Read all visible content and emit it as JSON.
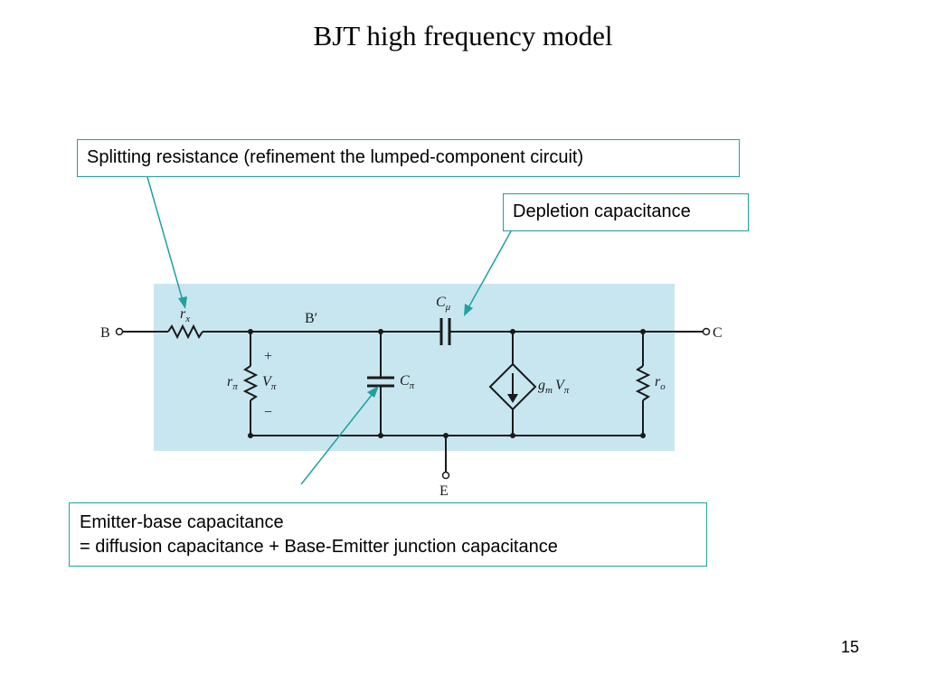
{
  "slide": {
    "title": "BJT high frequency model",
    "page_number": "15"
  },
  "callouts": {
    "splitting": "Splitting resistance (refinement the lumped-component circuit)",
    "depletion": "Depletion capacitance",
    "emitter_line1": "Emitter-base capacitance",
    "emitter_line2": "= diffusion capacitance + Base-Emitter junction capacitance"
  },
  "circuit": {
    "node_b": "B",
    "node_bprime": "B′",
    "node_c": "C",
    "node_e": "E",
    "rx": {
      "base": "r",
      "sub": "x"
    },
    "rpi": {
      "base": "r",
      "sub": "π"
    },
    "vpi": {
      "base": "V",
      "sub": "π"
    },
    "cmu": {
      "base": "C",
      "sub": "μ"
    },
    "cpi": {
      "base": "C",
      "sub": "π"
    },
    "gm": {
      "base": "g",
      "sub": "m"
    },
    "gm_v": {
      "base": "V",
      "sub": "π"
    },
    "ro": {
      "base": "r",
      "sub": "o"
    },
    "plus": "+",
    "minus": "−"
  },
  "colors": {
    "circuit_background": "#c8e6f0",
    "callout_border": "#21a0a0",
    "arrow": "#21a0a0",
    "wire": "#1a1a1a"
  }
}
